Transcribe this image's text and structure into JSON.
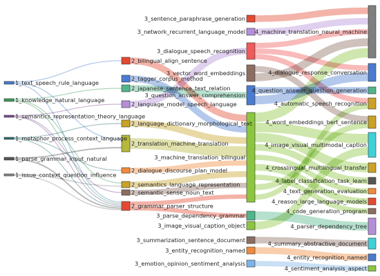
{
  "diagram": {
    "type": "sankey",
    "columns": [
      {
        "level": 1,
        "nodes": [
          {
            "id": "1_text_speech_rule_language",
            "label": "1_text_speech_rule_language",
            "color": "#4a7bd0"
          },
          {
            "id": "1_knowledge_natural_language",
            "label": "1_knowledge_natural_language",
            "color": "#3f9a5a"
          },
          {
            "id": "1_semantics_representation_theory_language",
            "label": "1_semantics_representation_theory_language",
            "color": "#7a4f96"
          },
          {
            "id": "1_metaphor_process_context_language",
            "label": "1_metaphor_process_context_language",
            "color": "#2b6f6f"
          },
          {
            "id": "1_parse_grammar_input_natural",
            "label": "1_parse_grammar_input_natural",
            "color": "#555555"
          },
          {
            "id": "1_issue_context_question_influence",
            "label": "1_issue_context_question_influence",
            "color": "#888888"
          }
        ]
      },
      {
        "level": 2,
        "nodes": [
          {
            "id": "2_bilingual_align_sentence",
            "label": "2_bilingual_align_sentence",
            "color": "#e34a33"
          },
          {
            "id": "2_tagger_corpus_method",
            "label": "2_tagger_corpus_method",
            "color": "#4a7bd0"
          },
          {
            "id": "2_japanese_sentence_text_relation",
            "label": "2_japanese_sentence_text_relation",
            "color": "#52b48a"
          },
          {
            "id": "2_language_model_speech_language",
            "label": "2_language_model_speech_language",
            "color": "#b48fd8"
          },
          {
            "id": "2_language_dictionary_morphological_text",
            "label": "2_language_dictionary_morphological_text",
            "color": "#c9a227"
          },
          {
            "id": "2_translation_machine_translation",
            "label": "2_translation_machine_translation",
            "color": "#b5b83a"
          },
          {
            "id": "2_dialogue_discourse_plan_model",
            "label": "2_dialogue_discourse_plan_model",
            "color": "#f08a3c"
          },
          {
            "id": "2_semantics_language_representation",
            "label": "2_semantics_language_representation",
            "color": "#c9a227"
          },
          {
            "id": "2_semantic_sense_noun_text",
            "label": "2_semantic_sense_noun_text",
            "color": "#8c6d62"
          },
          {
            "id": "2_grammar_parser_structure",
            "label": "2_grammar_parser_structure",
            "color": "#e34a33"
          }
        ]
      },
      {
        "level": 3,
        "nodes": [
          {
            "id": "3_sentence_paraphrase_generation",
            "label": "3_sentence_paraphrase_generation",
            "color": "#e34a33"
          },
          {
            "id": "3_network_recurrent_language_model",
            "label": "3_network_recurrent_language_model",
            "color": "#b48fd8"
          },
          {
            "id": "3_dialogue_speech_recognition",
            "label": "3_dialogue_speech_recognition",
            "color": "#f05a5a"
          },
          {
            "id": "3_vector_word_embeddings",
            "label": "3_vector_word_embeddings",
            "color": "#8c6d62"
          },
          {
            "id": "3_question_answer_comprehension",
            "label": "3_question_answer_comprehension",
            "color": "#4a7bd0"
          },
          {
            "id": "3_machine_translation_bilingual",
            "label": "3_machine_translation_bilingual",
            "color": "#8cc63f"
          },
          {
            "id": "3_parse_dependency_grammar",
            "label": "3_parse_dependency_grammar",
            "color": "#52b48a"
          },
          {
            "id": "3_image_visual_caption_object",
            "label": "3_image_visual_caption_object",
            "color": "#8cc63f"
          },
          {
            "id": "3_summarization_sentence_document",
            "label": "3_summarization_sentence_document",
            "color": "#8c6d62"
          },
          {
            "id": "3_entity_recognition_named",
            "label": "3_entity_recognition_named",
            "color": "#f08a3c"
          },
          {
            "id": "3_emotion_opinion_sentiment_analysis",
            "label": "3_emotion_opinion_sentiment_analysis",
            "color": "#7fb2e5"
          }
        ]
      },
      {
        "level": 4,
        "nodes": [
          {
            "id": "4_machine_translation_neural_machine",
            "label": "4_machine_translation_neural_machine",
            "color": "#7f7f7f"
          },
          {
            "id": "4_dialogue_response_conversation",
            "label": "4_dialogue_response_conversation",
            "color": "#4a7bd0"
          },
          {
            "id": "4_question_answer_question_generation",
            "label": "4_question_answer_question_generation",
            "color": "#52b48a"
          },
          {
            "id": "4_automatic_speech_recognition",
            "label": "4_automatic_speech_recognition",
            "color": "#c9a227"
          },
          {
            "id": "4_word_embeddings_bert_sentence",
            "label": "4_word_embeddings_bert_sentence",
            "color": "#c9a227"
          },
          {
            "id": "4_image_visual_multimodal_caption",
            "label": "4_image_visual_multimodal_caption",
            "color": "#40d0d8"
          },
          {
            "id": "4_crosslingual_multilingual_transfer",
            "label": "4_crosslingual_multilingual_transfer",
            "color": "#c9a227"
          },
          {
            "id": "4_label_classification_task_learn",
            "label": "4_label_classification_task_learn",
            "color": "#555555"
          },
          {
            "id": "4_text_generation_evaluation",
            "label": "4_text_generation_evaluation",
            "color": "#f08a3c"
          },
          {
            "id": "4_reason_large_language_models",
            "label": "4_reason_large_language_models",
            "color": "#e34a33"
          },
          {
            "id": "4_code_generation_program",
            "label": "4_code_generation_program",
            "color": "#8c6d62"
          },
          {
            "id": "4_parser_dependency_tree",
            "label": "4_parser_dependency_tree",
            "color": "#b48fd8"
          },
          {
            "id": "4_summary_abstractive_document",
            "label": "4_summary_abstractive_document",
            "color": "#40d0d8"
          },
          {
            "id": "4_entity_recognition_named",
            "label": "4_entity_recognition_named",
            "color": "#4a7bd0"
          },
          {
            "id": "4_sentiment_analysis_aspect",
            "label": "4_sentiment_analysis_aspect",
            "color": "#8cc63f"
          }
        ]
      }
    ],
    "links": [
      {
        "source": "1_text_speech_rule_language",
        "target": "2_bilingual_align_sentence"
      },
      {
        "source": "1_text_speech_rule_language",
        "target": "2_translation_machine_translation"
      },
      {
        "source": "1_text_speech_rule_language",
        "target": "2_grammar_parser_structure"
      },
      {
        "source": "1_knowledge_natural_language",
        "target": "2_japanese_sentence_text_relation"
      },
      {
        "source": "1_knowledge_natural_language",
        "target": "2_semantics_language_representation"
      },
      {
        "source": "1_knowledge_natural_language",
        "target": "2_grammar_parser_structure"
      },
      {
        "source": "1_semantics_representation_theory_language",
        "target": "2_language_model_speech_language"
      },
      {
        "source": "1_semantics_representation_theory_language",
        "target": "2_semantic_sense_noun_text"
      },
      {
        "source": "1_semantics_representation_theory_language",
        "target": "2_grammar_parser_structure"
      },
      {
        "source": "1_metaphor_process_context_language",
        "target": "2_language_dictionary_morphological_text"
      },
      {
        "source": "1_metaphor_process_context_language",
        "target": "2_dialogue_discourse_plan_model"
      },
      {
        "source": "1_metaphor_process_context_language",
        "target": "2_grammar_parser_structure"
      },
      {
        "source": "1_parse_grammar_input_natural",
        "target": "2_translation_machine_translation"
      },
      {
        "source": "1_parse_grammar_input_natural",
        "target": "2_grammar_parser_structure"
      },
      {
        "source": "1_issue_context_question_influence",
        "target": "2_semantics_language_representation"
      },
      {
        "source": "1_issue_context_question_influence",
        "target": "2_grammar_parser_structure"
      },
      {
        "source": "2_bilingual_align_sentence",
        "target": "3_machine_translation_bilingual"
      },
      {
        "source": "2_tagger_corpus_method",
        "target": "3_machine_translation_bilingual"
      },
      {
        "source": "2_japanese_sentence_text_relation",
        "target": "3_question_answer_comprehension"
      },
      {
        "source": "2_language_model_speech_language",
        "target": "3_dialogue_speech_recognition"
      },
      {
        "source": "2_language_dictionary_morphological_text",
        "target": "3_machine_translation_bilingual"
      },
      {
        "source": "2_translation_machine_translation",
        "target": "3_machine_translation_bilingual"
      },
      {
        "source": "2_dialogue_discourse_plan_model",
        "target": "3_machine_translation_bilingual"
      },
      {
        "source": "2_semantics_language_representation",
        "target": "3_machine_translation_bilingual"
      },
      {
        "source": "2_semantic_sense_noun_text",
        "target": "3_machine_translation_bilingual"
      },
      {
        "source": "2_grammar_parser_structure",
        "target": "3_machine_translation_bilingual"
      },
      {
        "source": "2_grammar_parser_structure",
        "target": "3_parse_dependency_grammar"
      },
      {
        "source": "3_sentence_paraphrase_generation",
        "target": "4_machine_translation_neural_machine"
      },
      {
        "source": "3_network_recurrent_language_model",
        "target": "4_machine_translation_neural_machine"
      },
      {
        "source": "3_dialogue_speech_recognition",
        "target": "4_machine_translation_neural_machine"
      },
      {
        "source": "3_dialogue_speech_recognition",
        "target": "4_dialogue_response_conversation"
      },
      {
        "source": "3_dialogue_speech_recognition",
        "target": "4_automatic_speech_recognition"
      },
      {
        "source": "3_vector_word_embeddings",
        "target": "4_word_embeddings_bert_sentence"
      },
      {
        "source": "3_vector_word_embeddings",
        "target": "4_machine_translation_neural_machine"
      },
      {
        "source": "3_question_answer_comprehension",
        "target": "4_question_answer_question_generation"
      },
      {
        "source": "3_question_answer_comprehension",
        "target": "4_dialogue_response_conversation"
      },
      {
        "source": "3_machine_translation_bilingual",
        "target": "4_machine_translation_neural_machine"
      },
      {
        "source": "3_machine_translation_bilingual",
        "target": "4_image_visual_multimodal_caption"
      },
      {
        "source": "3_machine_translation_bilingual",
        "target": "4_crosslingual_multilingual_transfer"
      },
      {
        "source": "3_machine_translation_bilingual",
        "target": "4_label_classification_task_learn"
      },
      {
        "source": "3_machine_translation_bilingual",
        "target": "4_text_generation_evaluation"
      },
      {
        "source": "3_machine_translation_bilingual",
        "target": "4_reason_large_language_models"
      },
      {
        "source": "3_machine_translation_bilingual",
        "target": "4_code_generation_program"
      },
      {
        "source": "3_machine_translation_bilingual",
        "target": "4_word_embeddings_bert_sentence"
      },
      {
        "source": "3_machine_translation_bilingual",
        "target": "4_automatic_speech_recognition"
      },
      {
        "source": "3_parse_dependency_grammar",
        "target": "4_parser_dependency_tree"
      },
      {
        "source": "3_image_visual_caption_object",
        "target": "4_image_visual_multimodal_caption"
      },
      {
        "source": "3_summarization_sentence_document",
        "target": "4_summary_abstractive_document"
      },
      {
        "source": "3_entity_recognition_named",
        "target": "4_entity_recognition_named"
      },
      {
        "source": "3_emotion_opinion_sentiment_analysis",
        "target": "4_sentiment_analysis_aspect"
      }
    ]
  }
}
